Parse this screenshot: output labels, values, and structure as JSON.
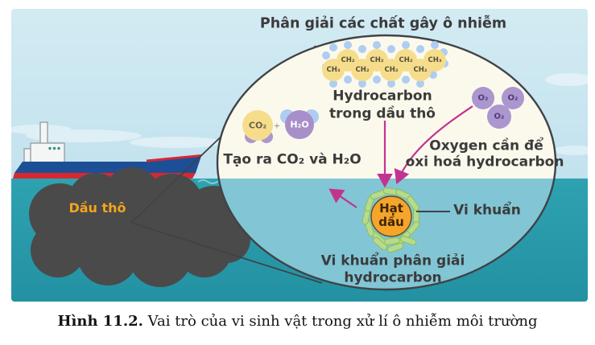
{
  "figure_caption": {
    "label": "Hình 11.2.",
    "text": " Vai trò của vi sinh vật trong xử lí ô nhiễm môi trường"
  },
  "diagram": {
    "title": "Phân giải các chất gây ô nhiễm",
    "crude_oil_label": "Dầu thô",
    "hydrocarbon": {
      "caption_line1": "Hydrocarbon",
      "caption_line2": "trong dầu thô",
      "chain_groups": [
        "CH₃",
        "CH₂",
        "CH₂",
        "CH₂",
        "CH₂",
        "CH₂",
        "CH₂",
        "CH₃"
      ]
    },
    "oxygen": {
      "molecule_label": "O₂",
      "caption_line1": "Oxygen cần để",
      "caption_line2": "oxi hoá hydrocarbon"
    },
    "products": {
      "co2_label": "CO₂",
      "plus_sign": "+",
      "h2o_label": "H₂O",
      "caption": "Tạo ra CO₂ và H₂O"
    },
    "oil_droplet": {
      "label_line1": "Hạt",
      "label_line2": "dầu"
    },
    "bacteria_label": "Vi khuẩn",
    "decomposer_caption_line1": "Vi khuẩn phân giải",
    "decomposer_caption_line2": "hydrocarbon"
  },
  "colors": {
    "sky": "#cfe9f2",
    "sea": "#2b9dac",
    "ellipse_top": "#fbf9ec",
    "ellipse_bottom": "#82c5d5",
    "oil_slick": "#4a4a4a",
    "ship_hull_blue": "#1d4f97",
    "ship_stripe_red": "#d7282f",
    "arrow_magenta": "#c23390",
    "oil_droplet_orange": "#f5a52a",
    "bacteria_green": "#b7da8c",
    "hydrocarbon_yellow": "#f6dd8c",
    "oxygen_purple": "#ab96cf",
    "hydrogen_blue": "#aecdf2",
    "crude_oil_text": "#f2a51f"
  }
}
